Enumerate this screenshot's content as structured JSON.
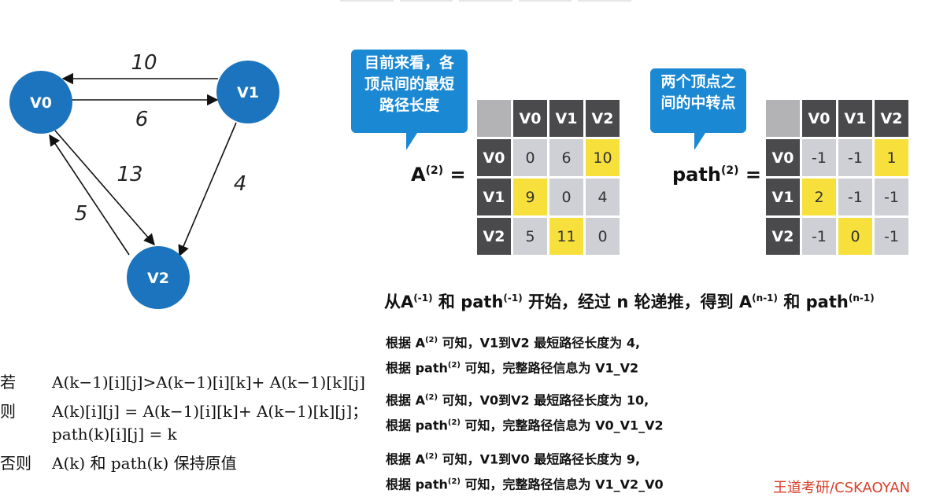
{
  "graph": {
    "nodes": [
      "V0",
      "V1",
      "V2"
    ],
    "edges": [
      {
        "from": "V1",
        "to": "V0",
        "weight": "10"
      },
      {
        "from": "V0",
        "to": "V1",
        "weight": "6"
      },
      {
        "from": "V0",
        "to": "V2",
        "weight": "13"
      },
      {
        "from": "V1",
        "to": "V2",
        "weight": "4"
      },
      {
        "from": "V2",
        "to": "V0",
        "weight": "5"
      }
    ],
    "node_color": "#1b74bd"
  },
  "callouts": {
    "a_note": [
      "目前来看，各",
      "顶点间的最短",
      "路径长度"
    ],
    "path_note": [
      "两个顶点之",
      "间的中转点"
    ]
  },
  "matrix_a": {
    "label": "A",
    "sup": "(2)",
    "headers": [
      "V0",
      "V1",
      "V2"
    ],
    "rows": [
      {
        "head": "V0",
        "cells": [
          "0",
          "6",
          "10"
        ]
      },
      {
        "head": "V1",
        "cells": [
          "9",
          "0",
          "4"
        ]
      },
      {
        "head": "V2",
        "cells": [
          "5",
          "11",
          "0"
        ]
      }
    ]
  },
  "matrix_path": {
    "label": "path",
    "sup": "(2)",
    "headers": [
      "V0",
      "V1",
      "V2"
    ],
    "rows": [
      {
        "head": "V0",
        "cells": [
          "-1",
          "-1",
          "1"
        ]
      },
      {
        "head": "V1",
        "cells": [
          "2",
          "-1",
          "-1"
        ]
      },
      {
        "head": "V2",
        "cells": [
          "-1",
          "0",
          "-1"
        ]
      }
    ]
  },
  "highlight_color": "#f7e03b",
  "summary": {
    "t1": "从A",
    "s1": "(-1)",
    "t2": " 和 path",
    "s2": "(-1)",
    "t3": " 开始，经过 n 轮递推，得到 A",
    "s3": "(n-1)",
    "t4": " 和 path",
    "s4": "(n-1)"
  },
  "notes": [
    {
      "l1a": "根据 A",
      "l1s": "(2)",
      "l1b": " 可知，V1到V2 最短路径长度为 4,",
      "l2a": "根据 path",
      "l2s": "(2)",
      "l2b": "  可知，完整路径信息为 V1_V2"
    },
    {
      "l1a": "根据 A",
      "l1s": "(2)",
      "l1b": " 可知，V0到V2 最短路径长度为 10,",
      "l2a": "根据 path",
      "l2s": "(2)",
      "l2b": "  可知，完整路径信息为 V0_V1_V2"
    },
    {
      "l1a": "根据 A",
      "l1s": "(2)",
      "l1b": " 可知，V1到V0 最短路径长度为 9,",
      "l2a": "根据 path",
      "l2s": "(2)",
      "l2b": "  可知，完整路径信息为 V1_V2_V0"
    }
  ],
  "rules": {
    "if_kw": "若",
    "if_expr": "A(k−1)[i][j]>A(k−1)[i][k]+ A(k−1)[k][j]",
    "then_kw": "则",
    "then_expr": "A(k)[i][j] = A(k−1)[i][k]+ A(k−1)[k][j]；",
    "then_expr2": "path(k)[i][j] = k",
    "else_kw": "否则",
    "else_expr": "A(k) 和 path(k) 保持原值"
  },
  "watermark": "王道考研/CSKAOYAN"
}
